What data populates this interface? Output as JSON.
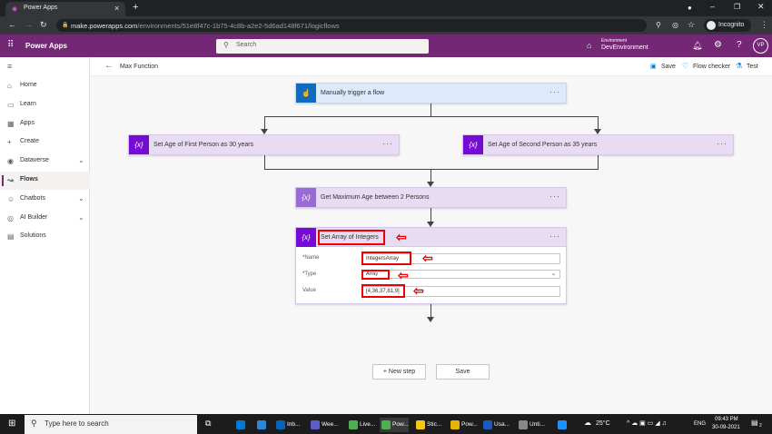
{
  "browser": {
    "tab_title": "Power Apps",
    "new_tab": "+",
    "url_host": "make.powerapps.com",
    "url_path": "/environments/51e8f47c-1b75-4c8b-a2e2-5d6ad148f671/logicflows",
    "profile": "Incognito"
  },
  "app": {
    "name": "Power Apps",
    "search_placeholder": "Search",
    "env_label": "Environment",
    "env_name": "DevEnvironment",
    "avatar": "VP",
    "accent": "#742774"
  },
  "sidebar": {
    "items": [
      {
        "label": "Home",
        "icon": "⌂"
      },
      {
        "label": "Learn",
        "icon": "▭"
      },
      {
        "label": "Apps",
        "icon": "▦"
      },
      {
        "label": "Create",
        "icon": "+"
      },
      {
        "label": "Dataverse",
        "icon": "◉",
        "chevron": true
      },
      {
        "label": "Flows",
        "icon": "↝",
        "selected": true
      },
      {
        "label": "Chatbots",
        "icon": "☺",
        "chevron": true
      },
      {
        "label": "AI Builder",
        "icon": "◎",
        "chevron": true
      },
      {
        "label": "Solutions",
        "icon": "▤"
      }
    ]
  },
  "cmdbar": {
    "flow_name": "Max Function",
    "save": "Save",
    "flow_checker": "Flow checker",
    "test": "Test"
  },
  "flow": {
    "trigger": "Manually trigger a flow",
    "first": "Set Age of First Person as 30 years",
    "second": "Set Age of Second Person as 35 years",
    "max": "Get Maximum Age between 2 Persons",
    "array": {
      "title": "Set Array of Integers",
      "name_label": "Name",
      "name_value": "IntegersArray",
      "type_label": "Type",
      "type_value": "Array",
      "value_label": "Value",
      "value_value": "[4,36,37,81,9]"
    },
    "new_step": "+ New step",
    "save": "Save",
    "icon_text": "{x}",
    "menu": "···"
  },
  "taskbar": {
    "search": "Type here to search",
    "apps": [
      "Inb...",
      "Wee...",
      "Live...",
      "Pow...",
      "Stic...",
      "Pow...",
      "Usa...",
      "Unti..."
    ],
    "weather": "25°C",
    "lang": "ENG",
    "time": "09:43 PM",
    "date": "30-09-2021",
    "notif": "2"
  }
}
